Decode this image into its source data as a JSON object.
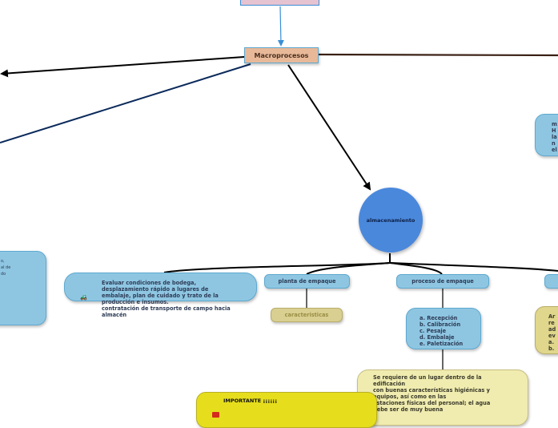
{
  "colors": {
    "macro_bg": "#e8b999",
    "top_bg": "#e6c3d0",
    "almac_fill": "#4a88dc",
    "node_blue": "#8ec6e2",
    "node_tan": "#d9cf90",
    "node_light": "#f0ecb0",
    "important_bg": "#e6de1c"
  },
  "nodes": {
    "macroprocesos": "Macroprocesos",
    "almacenamiento": "almacenamiento",
    "evaluar": "Evaluar condiciones de bodega,\ndesplazamiento rápido a lugares de\nembalaje, plan de cuidado y trato de la\nproducción e insumos.\ncontratación de transporte de campo hacia\nalmacén",
    "planta": "planta de empaque",
    "caracteristicas": "caracteristicas",
    "proceso": "proceso de empaque",
    "pasos": "a. Recepción\nb. Calibración\nc. Pesaje\nd. Embalaje\ne. Paletización",
    "requiere": "Se requiere de un lugar dentro de la\nedificación\ncon buenas características higiénicas y\nequipos, así como en las\nestaciones físicas del personal; el agua\ndebe ser de muy buena",
    "importante": "IMPORTANTE ¡¡¡¡¡¡",
    "right_top": "m\nH\nla\nn\nel",
    "right_bottom": "Ar\nre\nad\nev\na.\nb.",
    "left_partial": "o,\nal de\ndo"
  },
  "icons": [
    "tractor-icon",
    "flag-icon"
  ]
}
